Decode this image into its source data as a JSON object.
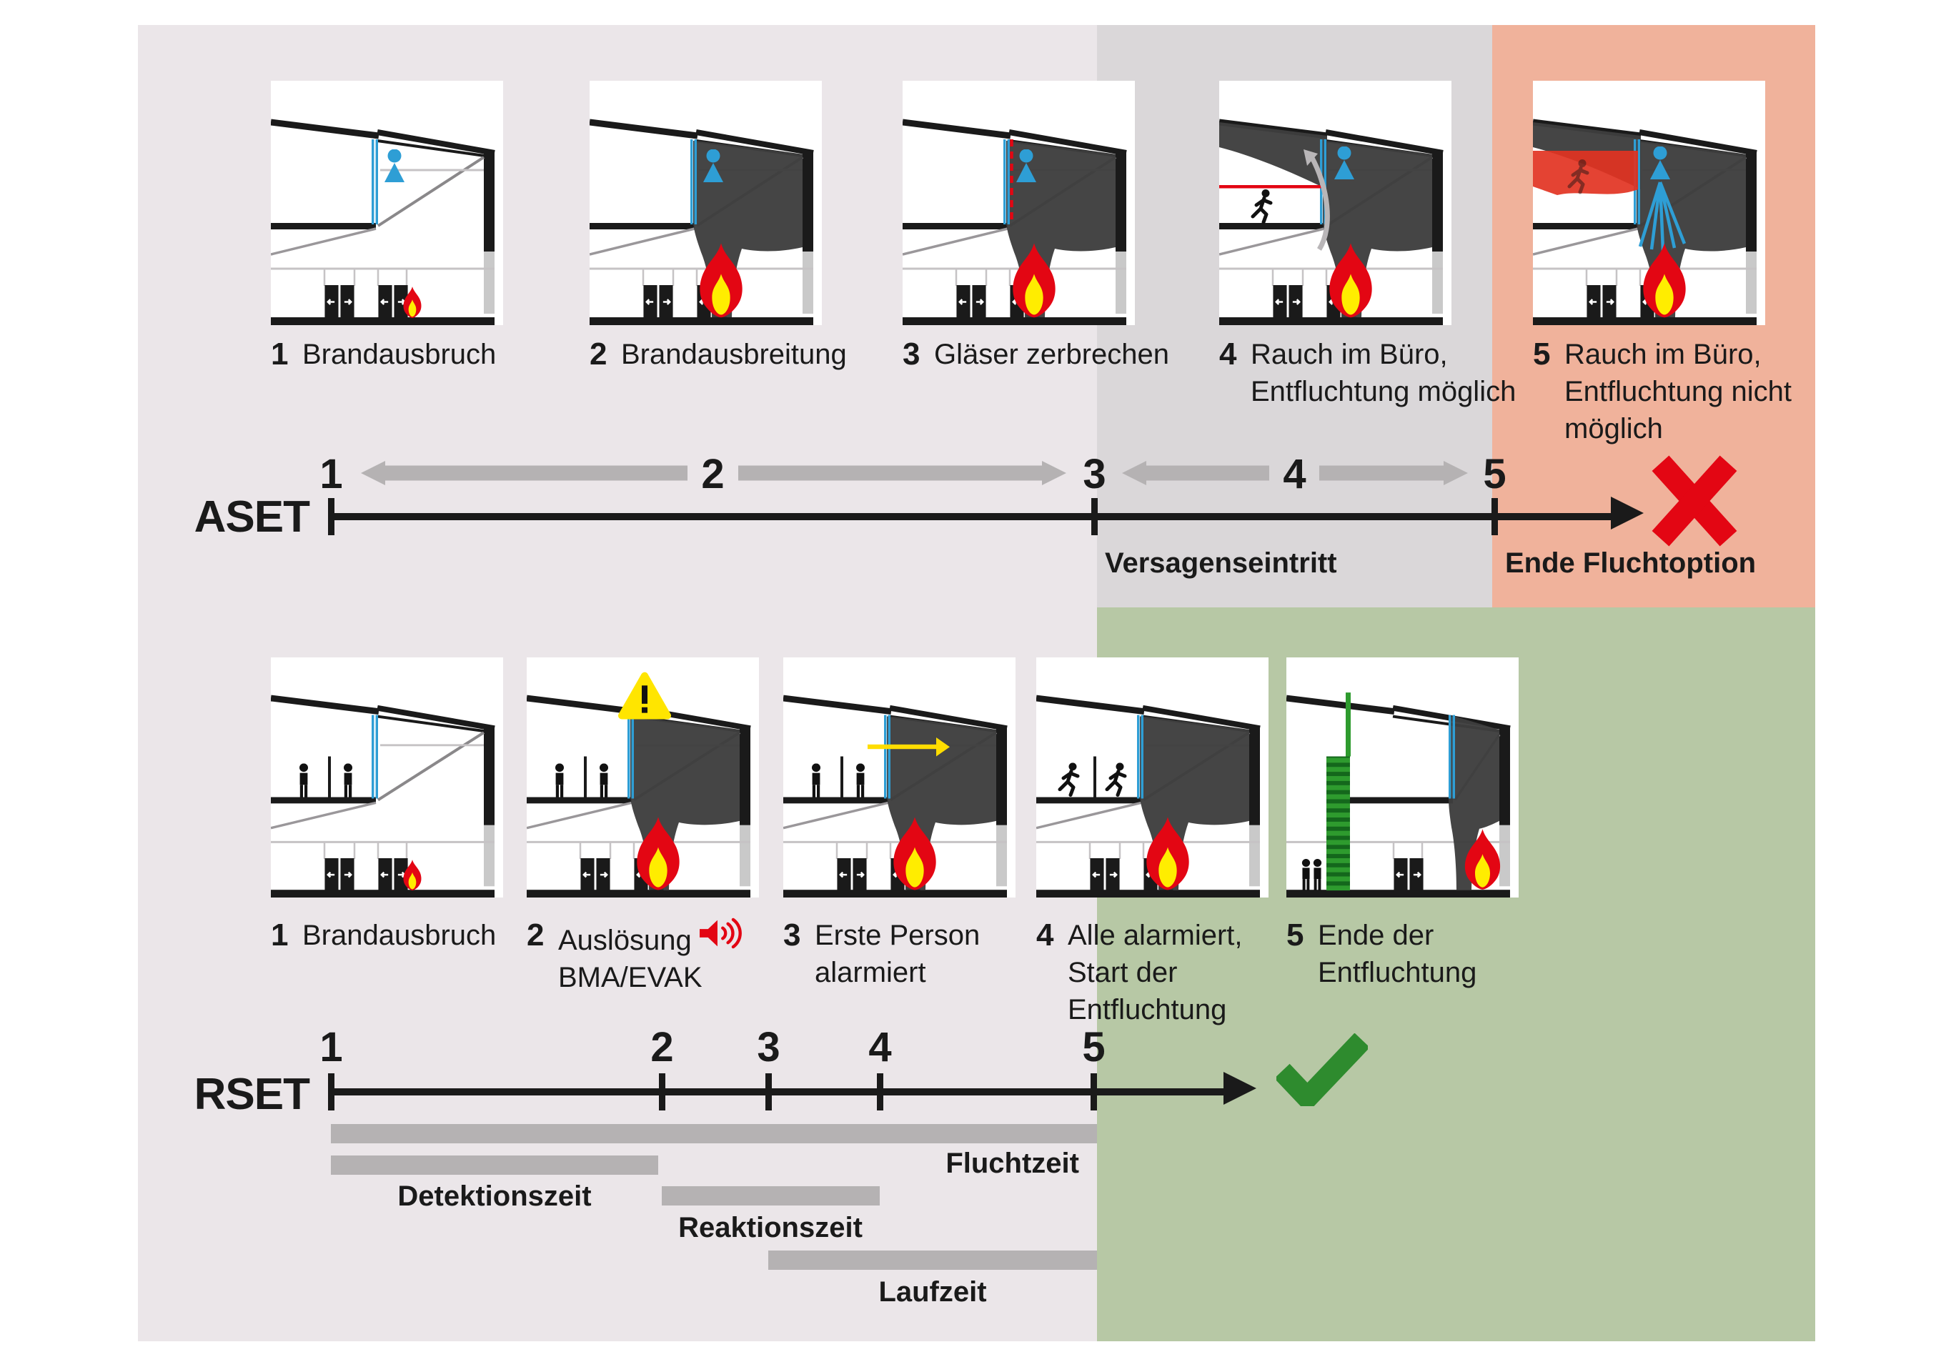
{
  "aset": {
    "label": "ASET",
    "steps": [
      {
        "num": "1",
        "lines": [
          "Brandausbruch"
        ]
      },
      {
        "num": "2",
        "lines": [
          "Brandausbreitung"
        ]
      },
      {
        "num": "3",
        "lines": [
          "Gläser zerbrechen"
        ]
      },
      {
        "num": "4",
        "lines": [
          "Rauch im Büro,",
          "Entfluchtung möglich"
        ]
      },
      {
        "num": "5",
        "lines": [
          "Rauch im Büro,",
          "Entfluchtung nicht",
          "möglich"
        ]
      }
    ],
    "ticks": [
      "1",
      "2",
      "3",
      "4",
      "5"
    ],
    "failure_label": "Versagenseintritt",
    "end_label": "Ende Fluchtoption"
  },
  "rset": {
    "label": "RSET",
    "steps": [
      {
        "num": "1",
        "lines": [
          "Brandausbruch"
        ]
      },
      {
        "num": "2",
        "lines": [
          "Auslösung",
          "BMA/EVAK"
        ]
      },
      {
        "num": "3",
        "lines": [
          "Erste Person",
          "alarmiert"
        ]
      },
      {
        "num": "4",
        "lines": [
          "Alle alarmiert,",
          "Start der",
          "Entfluchtung"
        ]
      },
      {
        "num": "5",
        "lines": [
          "Ende der",
          "Entfluchtung"
        ]
      }
    ],
    "ticks": [
      "1",
      "2",
      "3",
      "4",
      "5"
    ],
    "bars": [
      {
        "label": "Fluchtzeit"
      },
      {
        "label": "Detektionszeit"
      },
      {
        "label": "Reaktionszeit"
      },
      {
        "label": "Laufzeit"
      }
    ]
  },
  "icons": {
    "speaker": "speaker-icon",
    "warning": "warning-triangle-icon",
    "failure": "x-mark-icon",
    "success": "checkmark-icon",
    "fire": "flame-icon",
    "occupant": "person-icon",
    "evacuee": "running-person-icon"
  },
  "colors": {
    "lavender_bg": "#ebe6e9",
    "gray_bg": "#dad7d9",
    "salmon_bg": "#f0b29b",
    "green_bg": "#b7c8a5",
    "bar_gray": "#b5b2b3",
    "alarm_red": "#e30613",
    "check_green": "#2e8b2e",
    "person_blue": "#2e9ed5",
    "smoke_gray": "#3d3d3d",
    "warning_yellow": "#ffe500",
    "text_black": "#1a1a1a"
  }
}
